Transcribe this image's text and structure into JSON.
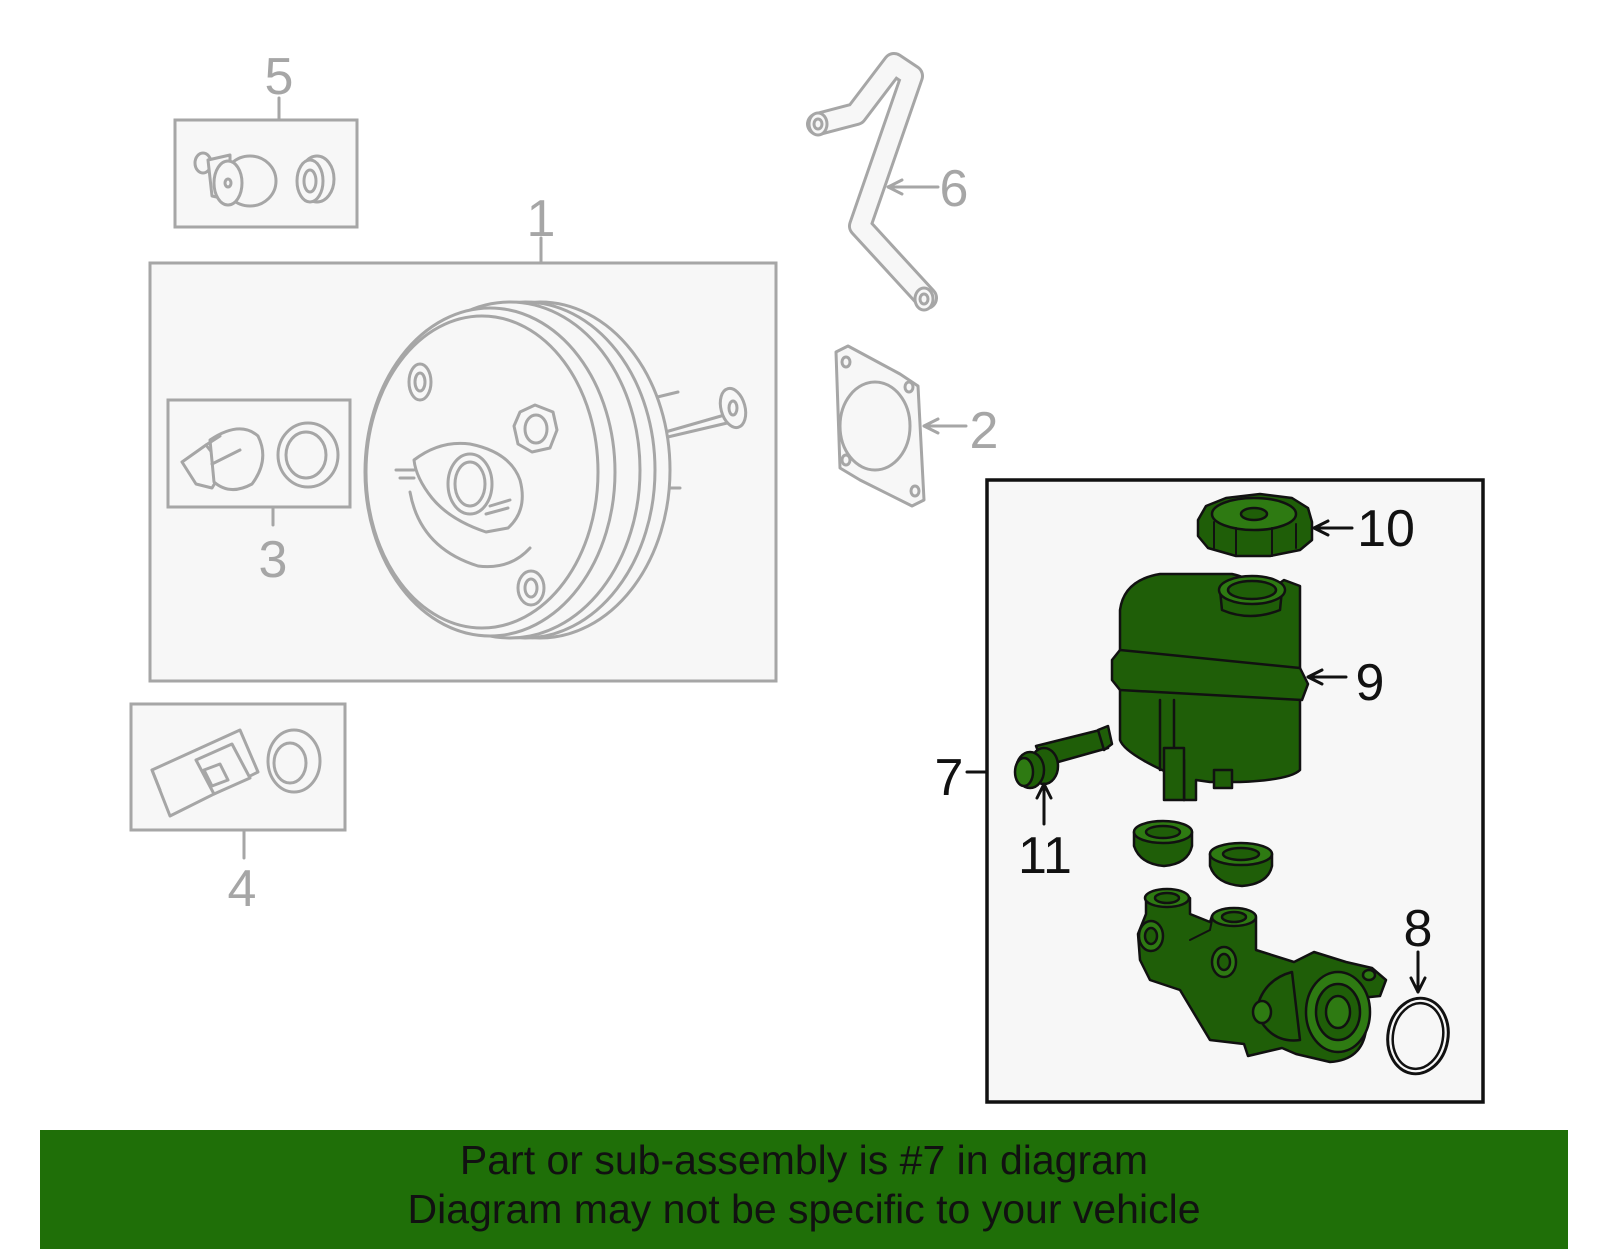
{
  "callouts": {
    "c1": "1",
    "c2": "2",
    "c3": "3",
    "c4": "4",
    "c5": "5",
    "c6": "6",
    "c7": "7",
    "c8": "8",
    "c9": "9",
    "c10": "10",
    "c11": "11"
  },
  "highlighted_part": "7",
  "colors": {
    "highlight_green": "#1f5e08",
    "banner_green": "#1f6f08",
    "outline_grey": "#a6a6a6"
  },
  "banner": {
    "line1": "Part or sub-assembly is #7 in diagram",
    "line2": "Diagram may not be specific to your vehicle"
  }
}
